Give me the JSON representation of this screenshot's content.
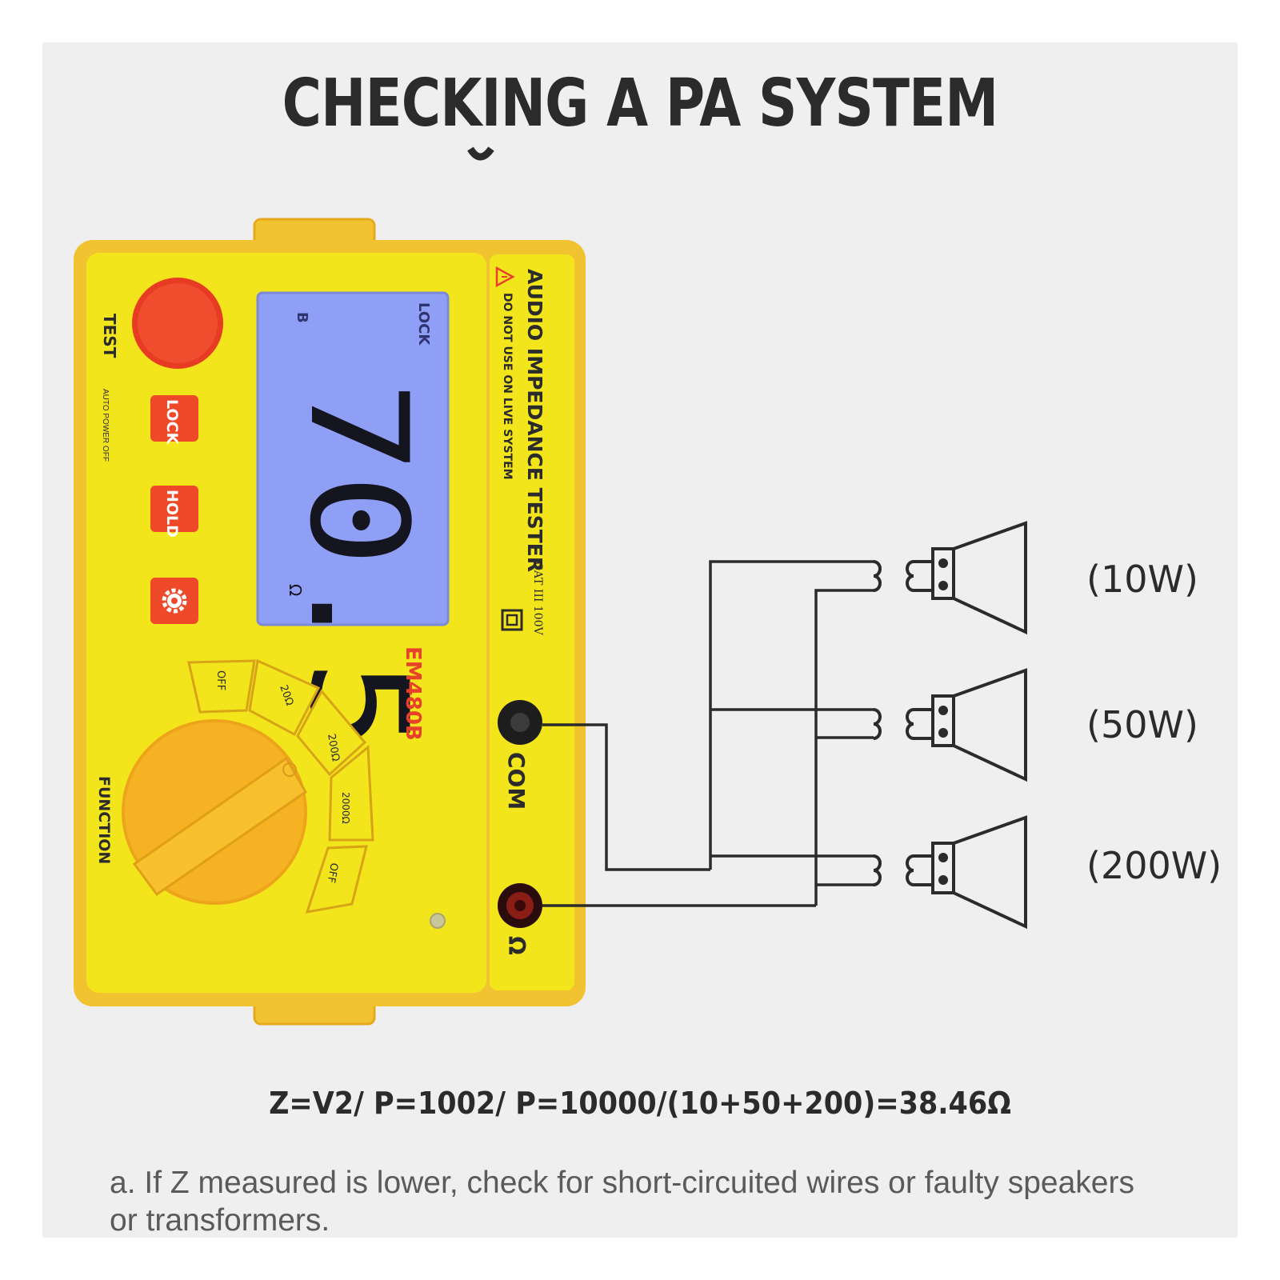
{
  "title": "CHECKING A PA SYSTEM",
  "device": {
    "name": "AUDIO IMPEDANCE TESTER",
    "warning": "DO NOT USE ON LIVE SYSTEM",
    "model": "EM480B",
    "rating": "CAT III 100V",
    "buttons": {
      "test": "TEST",
      "lock": "LOCK",
      "hold": "HOLD",
      "auto_off": "AUTO POWER OFF",
      "function": "FUNCTION"
    },
    "lcd": {
      "reading": "70.5",
      "unit": "Ω",
      "lock_indicator": "LOCK",
      "battery_indicator": "B"
    },
    "dial": {
      "positions": [
        "OFF",
        "20Ω",
        "200Ω",
        "2000Ω",
        "OFF"
      ]
    },
    "terminals": {
      "com": "COM",
      "ohm": "Ω"
    }
  },
  "speakers": [
    {
      "label": "(10W)"
    },
    {
      "label": "(50W)"
    },
    {
      "label": "(200W)"
    }
  ],
  "formula": "Z=V2/ P=1002/ P=10000/(10+50+200)=38.46Ω",
  "note": "a. If Z measured is lower, check for short-circuited wires or faulty speakers or transformers.",
  "colors": {
    "body": "#f3e51c",
    "frame": "#f2c330",
    "dial": "#f5b323",
    "lcd": "#8f9ff5",
    "button": "#ef4b2a",
    "text": "#2b2b2b"
  }
}
